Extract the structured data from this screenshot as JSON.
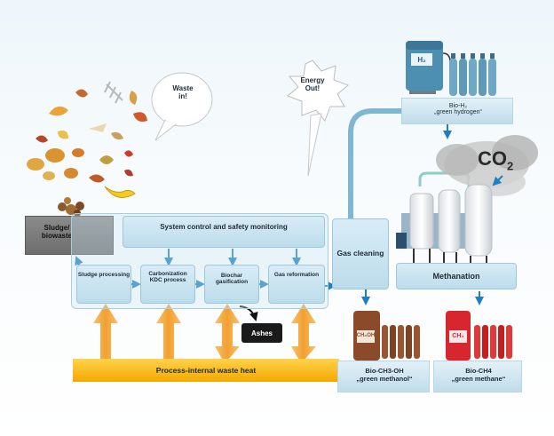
{
  "bubbles": {
    "waste": "Waste\nin!",
    "energy": "Energy\nOut!"
  },
  "sludge": "Sludge/\nbiowaste",
  "system_control": "System control and safety monitoring",
  "steps": {
    "sludge_processing": "Sludge processing",
    "carbonization": "Carbonization\nKDC process",
    "biochar": "Biochar\ngasification",
    "gas_reformation": "Gas reformation"
  },
  "gas_cleaning": "Gas cleaning",
  "methanation": "Methanation",
  "ashes": "Ashes",
  "waste_heat": "Process-internal waste heat",
  "co2_label": "CO",
  "co2_sub": "2",
  "products": {
    "hydrogen": "Bio-H₂\n„green hydrogen“",
    "methanol": "Bio-CH3-OH\n„green methanol“",
    "methane": "Bio-CH4\n„green methane“"
  },
  "tank_labels": {
    "h2": "H₂",
    "methanol": "CH₃OH",
    "methane": "CH₄"
  },
  "colors": {
    "panel_blue": "#bcdceb",
    "pipe_blue": "#7fb7cf",
    "arrow_blue": "#1f7fc0",
    "heat_yellow": "#f6b400",
    "heat_arrow": "#f0a020",
    "hydrogen_blue": "#5d9db9",
    "methanol_brown": "#8b4a2a",
    "methane_red": "#d7262d"
  }
}
